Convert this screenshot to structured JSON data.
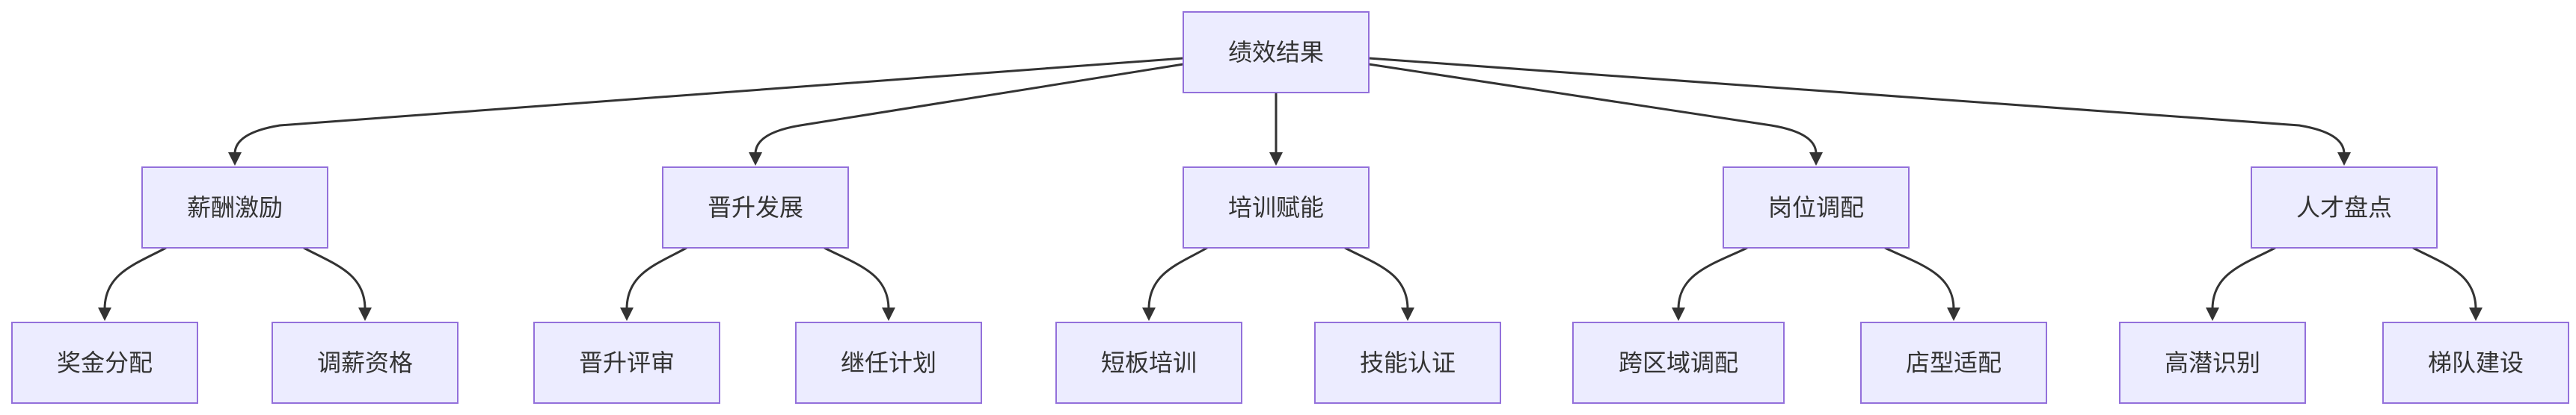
{
  "diagram": {
    "type": "tree",
    "root": {
      "label": "绩效结果",
      "children": [
        {
          "label": "薪酬激励",
          "children": [
            {
              "label": "奖金分配"
            },
            {
              "label": "调薪资格"
            }
          ]
        },
        {
          "label": "晋升发展",
          "children": [
            {
              "label": "晋升评审"
            },
            {
              "label": "继任计划"
            }
          ]
        },
        {
          "label": "培训赋能",
          "children": [
            {
              "label": "短板培训"
            },
            {
              "label": "技能认证"
            }
          ]
        },
        {
          "label": "岗位调配",
          "children": [
            {
              "label": "跨区域调配"
            },
            {
              "label": "店型适配"
            }
          ]
        },
        {
          "label": "人才盘点",
          "children": [
            {
              "label": "高潜识别"
            },
            {
              "label": "梯队建设"
            }
          ]
        }
      ]
    },
    "colors": {
      "node_fill": "#ececff",
      "node_border": "#9370db",
      "edge": "#333333",
      "text": "#333333"
    }
  }
}
